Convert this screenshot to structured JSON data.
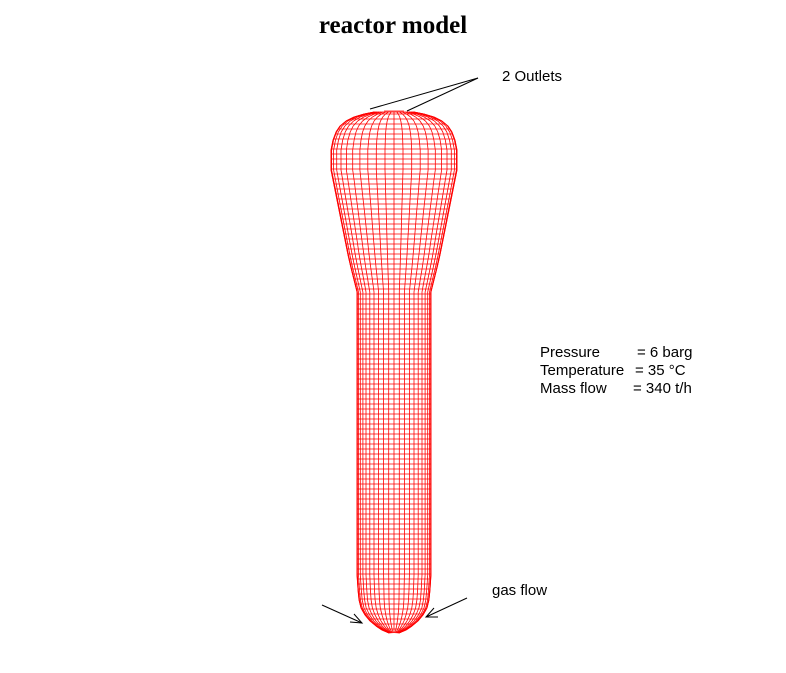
{
  "title": "reactor model",
  "annotations": {
    "outlets": "2 Outlets",
    "gas_flow": "gas flow"
  },
  "conditions": [
    {
      "key": "Pressure",
      "value": "= 6 barg"
    },
    {
      "key": "Temperature",
      "value": "= 35 °C"
    },
    {
      "key": "Mass flow",
      "value": "=  340 t/h"
    }
  ],
  "colors": {
    "mesh": "#ff0000",
    "annotation": "#000000"
  }
}
